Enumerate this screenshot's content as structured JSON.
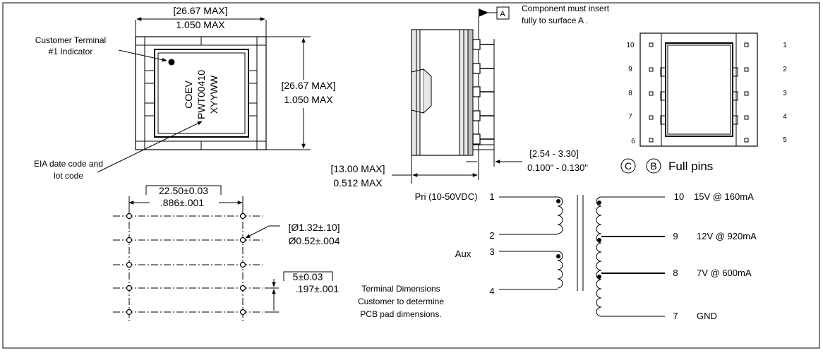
{
  "top_view": {
    "width_dim_mm": "[26.67 MAX]",
    "width_dim_in": "1.050 MAX",
    "height_dim_mm": "[26.67 MAX]",
    "height_dim_in": "1.050 MAX",
    "marking_line1": "COEV",
    "marking_line2": "PWT00410",
    "marking_line3": "XYYWW",
    "note_indicator_1": "Customer Terminal",
    "note_indicator_2": "#1 Indicator",
    "note_date_1": "EIA date code and",
    "note_date_2": "lot code"
  },
  "side_view": {
    "datum_label": "A",
    "note_insert_1": "Component must insert",
    "note_insert_2": "fully to surface  A .",
    "depth_dim_mm": "[13.00 MAX]",
    "depth_dim_in": "0.512 MAX",
    "pin_dim_mm": "[2.54 - 3.30]",
    "pin_dim_in": "0.100\" - 0.130\""
  },
  "bottom_view": {
    "pins_left": [
      "10",
      "9",
      "8",
      "7",
      "6"
    ],
    "pins_right": [
      "1",
      "2",
      "3",
      "4",
      "5"
    ],
    "circle_c": "C",
    "circle_b": "B",
    "full_pins_label": "Full pins"
  },
  "footprint": {
    "pitch_x_mm": "22.50±0.03",
    "pitch_x_in": ".886±.001",
    "hole_mm": "[Ø1.32±.10]",
    "hole_in": "Ø0.52±.004",
    "pitch_y_mm": "5±0.03",
    "pitch_y_in": ".197±.001",
    "note_1": "Terminal Dimensions",
    "note_2": "Customer to determine",
    "note_3": "PCB pad dimensions."
  },
  "schematic": {
    "pri_label": "Pri (10-50VDC)",
    "aux_label": "Aux",
    "pins_primary": [
      "1",
      "2",
      "3",
      "4"
    ],
    "pins_secondary": [
      "10",
      "9",
      "8",
      "7"
    ],
    "out_10": "15V @ 160mA",
    "out_9": "12V @ 920mA",
    "out_8": "7V @ 600mA",
    "out_7": "GND"
  }
}
